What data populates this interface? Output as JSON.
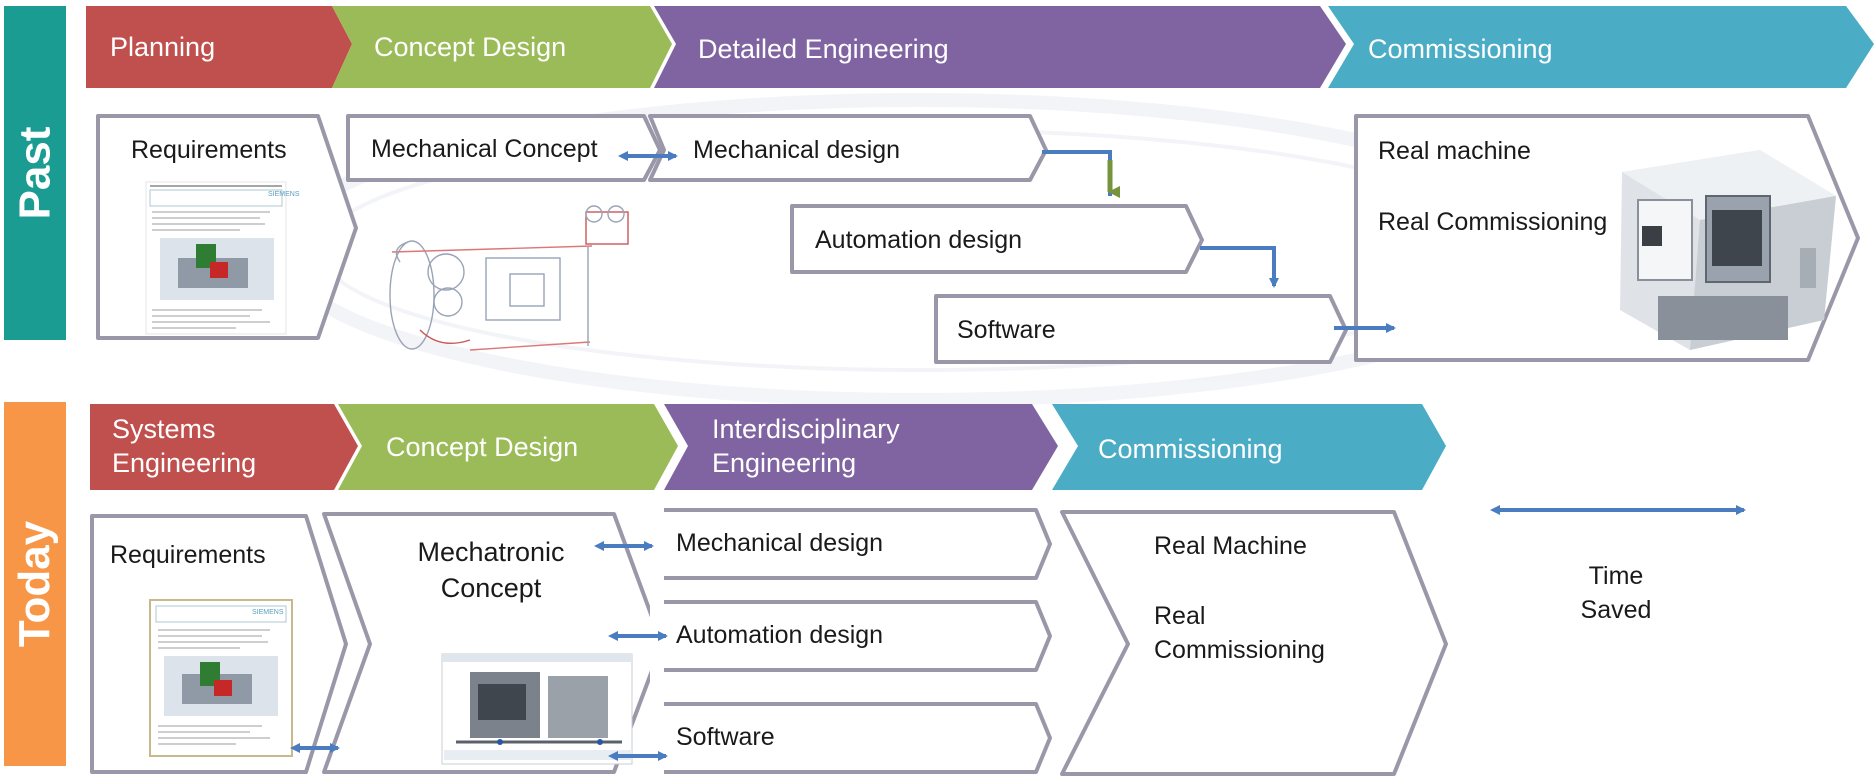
{
  "rows": {
    "past": {
      "label": "Past",
      "color": "#1B9C93"
    },
    "today": {
      "label": "Today",
      "color": "#F79646"
    }
  },
  "past": {
    "phases": [
      {
        "label": "Planning",
        "color": "#C0504D"
      },
      {
        "label": "Concept Design",
        "color": "#9BBB59"
      },
      {
        "label": "Detailed Engineering",
        "color": "#8064A2"
      },
      {
        "label": "Commissioning",
        "color": "#4BACC6"
      }
    ],
    "requirements": "Requirements",
    "mechanical_concept": "Mechanical Concept",
    "mechanical_design": "Mechanical design",
    "automation_design": "Automation design",
    "software": "Software",
    "real_machine": "Real machine",
    "real_commissioning": "Real Commissioning",
    "doc_brand": "SIEMENS"
  },
  "today": {
    "phases": [
      {
        "label": "Systems Engineering",
        "color": "#C0504D"
      },
      {
        "label": "Concept Design",
        "color": "#9BBB59"
      },
      {
        "label": "Interdisciplinary Engineering",
        "color": "#8064A2"
      },
      {
        "label": "Commissioning",
        "color": "#4BACC6"
      }
    ],
    "requirements": "Requirements",
    "mechatronic_concept": "Mechatronic Concept",
    "mechanical_design": "Mechanical design",
    "automation_design": "Automation design",
    "software": "Software",
    "real_machine": "Real Machine",
    "real_commissioning": "Real Commissioning",
    "time_saved": "Time Saved",
    "doc_brand": "SIEMENS"
  },
  "colors": {
    "box_border": "#9A98A8",
    "arrow_blue": "#4A7DC0",
    "arrow_green": "#77933C"
  }
}
